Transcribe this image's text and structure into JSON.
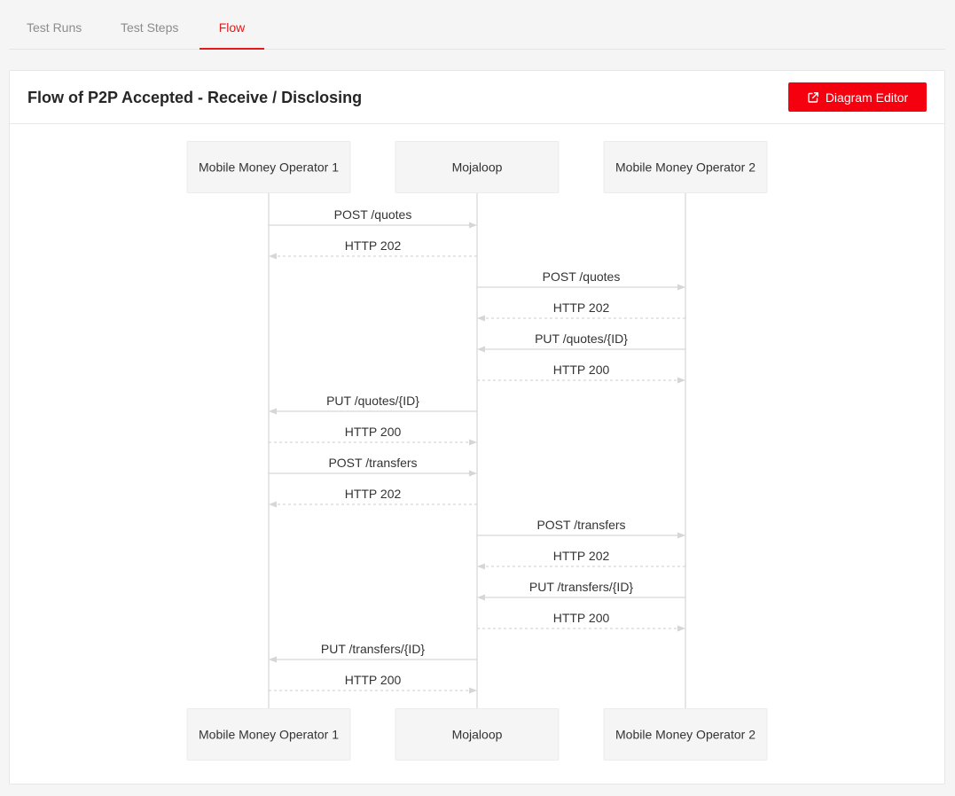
{
  "tabs": [
    {
      "label": "Test Runs",
      "active": false
    },
    {
      "label": "Test Steps",
      "active": false
    },
    {
      "label": "Flow",
      "active": true
    }
  ],
  "card": {
    "title": "Flow of P2P Accepted - Receive / Disclosing",
    "editor_button": {
      "label": "Diagram Editor",
      "icon": "external-link-icon"
    }
  },
  "participants": [
    {
      "id": "mmo1",
      "label": "Mobile Money Operator 1"
    },
    {
      "id": "mojaloop",
      "label": "Mojaloop"
    },
    {
      "id": "mmo2",
      "label": "Mobile Money Operator 2"
    }
  ],
  "messages": [
    {
      "from": "mmo1",
      "to": "mojaloop",
      "label": "POST /quotes",
      "style": "solid"
    },
    {
      "from": "mojaloop",
      "to": "mmo1",
      "label": "HTTP 202",
      "style": "dashed"
    },
    {
      "from": "mojaloop",
      "to": "mmo2",
      "label": "POST /quotes",
      "style": "solid"
    },
    {
      "from": "mmo2",
      "to": "mojaloop",
      "label": "HTTP 202",
      "style": "dashed"
    },
    {
      "from": "mmo2",
      "to": "mojaloop",
      "label": "PUT /quotes/{ID}",
      "style": "solid"
    },
    {
      "from": "mojaloop",
      "to": "mmo2",
      "label": "HTTP 200",
      "style": "dashed"
    },
    {
      "from": "mojaloop",
      "to": "mmo1",
      "label": "PUT /quotes/{ID}",
      "style": "solid"
    },
    {
      "from": "mmo1",
      "to": "mojaloop",
      "label": "HTTP 200",
      "style": "dashed"
    },
    {
      "from": "mmo1",
      "to": "mojaloop",
      "label": "POST /transfers",
      "style": "solid"
    },
    {
      "from": "mojaloop",
      "to": "mmo1",
      "label": "HTTP 202",
      "style": "dashed"
    },
    {
      "from": "mojaloop",
      "to": "mmo2",
      "label": "POST /transfers",
      "style": "solid"
    },
    {
      "from": "mmo2",
      "to": "mojaloop",
      "label": "HTTP 202",
      "style": "dashed"
    },
    {
      "from": "mmo2",
      "to": "mojaloop",
      "label": "PUT /transfers/{ID}",
      "style": "solid"
    },
    {
      "from": "mojaloop",
      "to": "mmo2",
      "label": "HTTP 200",
      "style": "dashed"
    },
    {
      "from": "mojaloop",
      "to": "mmo1",
      "label": "PUT /transfers/{ID}",
      "style": "solid"
    },
    {
      "from": "mmo1",
      "to": "mojaloop",
      "label": "HTTP 200",
      "style": "dashed"
    }
  ],
  "colors": {
    "accent": "#f5000f",
    "tab_active": "#e51a1a",
    "tab_inactive": "#8c8c8c",
    "lifeline": "#cccccc",
    "arrow": "#d6d6d6",
    "box_fill": "#f5f5f5"
  }
}
